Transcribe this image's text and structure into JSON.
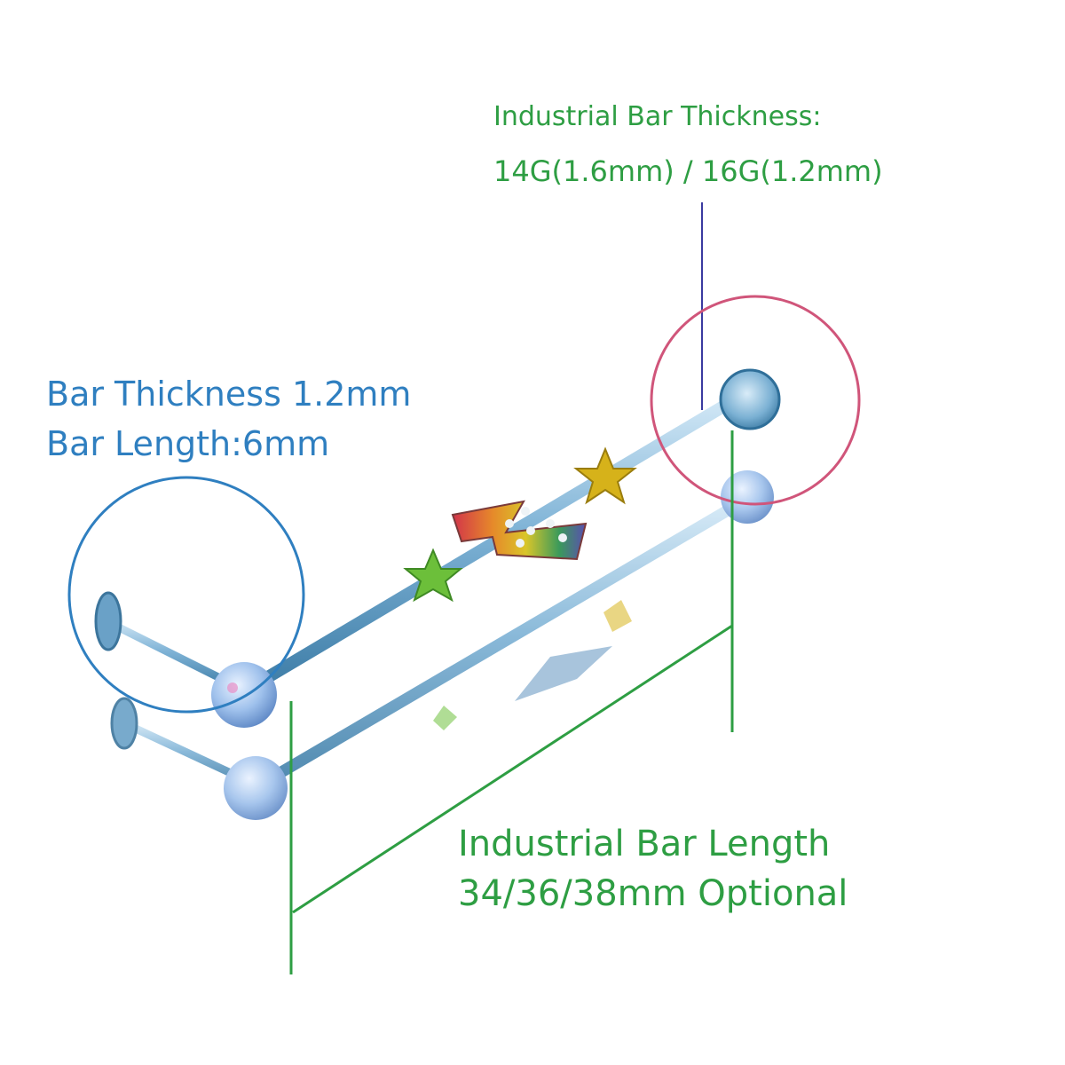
{
  "labels": {
    "industrial_thickness_title": "Industrial Bar Thickness:",
    "industrial_thickness_value": "14G(1.6mm) / 16G(1.2mm)",
    "bar_thickness": "Bar Thickness 1.2mm",
    "bar_length": "Bar Length:6mm",
    "industrial_length_title": "Industrial Bar Length",
    "industrial_length_value": "34/36/38mm Optional"
  },
  "colors": {
    "annotation_green": "#2e9e43",
    "annotation_blue": "#2f7fc0",
    "highlight_pink": "#d0557a",
    "pointer_navy": "#3a3aa0",
    "bar_metal": "#7fb3d6",
    "opal_ball": "#8fb6e8",
    "star_yellow": "#d6b21a",
    "star_green": "#6cbf3a"
  },
  "icons": {
    "product": "industrial-barbell-photo",
    "decorations": [
      "green-star-icon",
      "rainbow-lightning-icon",
      "yellow-star-icon"
    ]
  }
}
